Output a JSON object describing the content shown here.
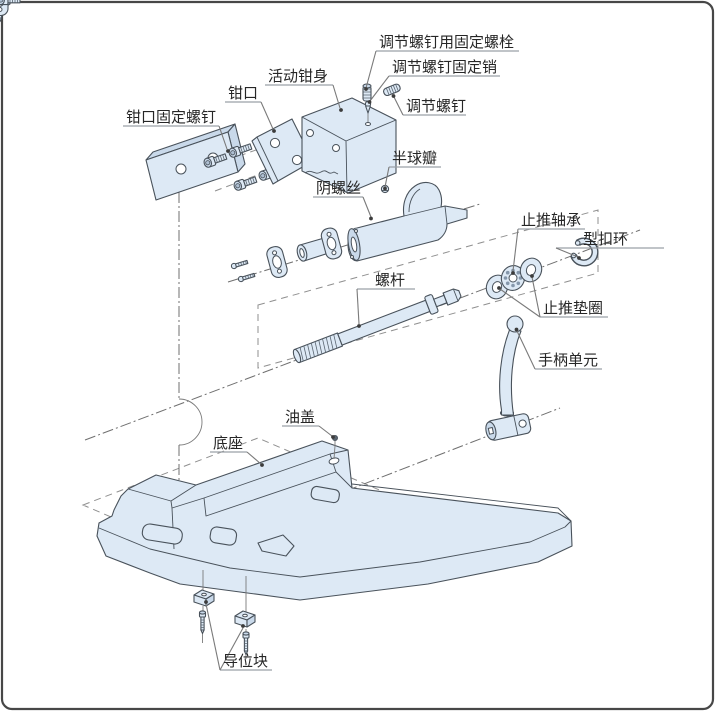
{
  "diagram": {
    "labels": {
      "adjust_bolt": "调节螺钉用固定螺栓",
      "adjust_pin": "调节螺钉固定销",
      "adjust_screw": "调节螺钉",
      "movable_jaw": "活动钳身",
      "jaw": "钳口",
      "jaw_screw": "钳口固定螺钉",
      "hemisphere": "半球瓣",
      "female_screw": "阴螺丝",
      "thrust_bearing": "止推轴承",
      "retaining_ring": "型扣环",
      "screw_rod": "螺杆",
      "thrust_washer": "止推垫圈",
      "handle_unit": "手柄单元",
      "oil_cap": "油盖",
      "base": "底座",
      "guide_block": "导位块"
    },
    "colors": {
      "part_fill": "#dde9f5",
      "part_shade": "#c9d9ea",
      "outline": "#49525b",
      "leader": "#7a7a7a",
      "underline": "#9aa0a6",
      "text": "#262626",
      "frame": "#474747",
      "background": "#ffffff"
    }
  }
}
